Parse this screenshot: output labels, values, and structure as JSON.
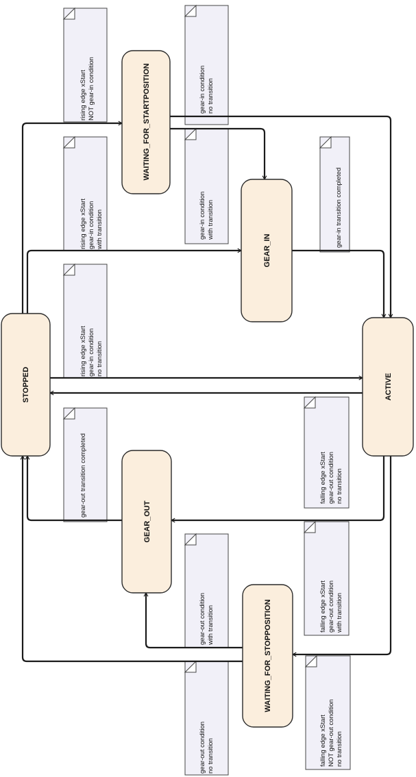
{
  "states": {
    "stopped": "STOPPED",
    "active": "ACTIVE",
    "waiting_start": "WAITING_FOR_STARTPOSITION",
    "gear_in": "GEAR_IN",
    "gear_out": "GEAR_OUT",
    "waiting_stop": "WAITING_FOR_STOPPOSITION"
  },
  "notes": {
    "n1": [
      "rising edge xStart",
      "NOT gear-in condition"
    ],
    "n2": [
      "gear-in condition",
      "no transition"
    ],
    "n3": [
      "rising edge xStart",
      "gear-in condition",
      "with transition"
    ],
    "n4": [
      "gear-in condition",
      "with transition"
    ],
    "n5": [
      "gear-in transition completed"
    ],
    "n6": [
      "rising edge xStart",
      "gear-in condition",
      "no transition"
    ],
    "n7": [
      "gear-out transition completed"
    ],
    "n8": [
      "falling edge xStart",
      "gear-out condition",
      "no transition"
    ],
    "n9": [
      "gear-out condition",
      "with transition"
    ],
    "n10": [
      "falling edge xStart",
      "gear-out condition",
      "with transition"
    ],
    "n11": [
      "gear-out condition",
      "no transition"
    ],
    "n12": [
      "falling edge xStart",
      "NOT gear-out condition",
      "no transition"
    ]
  }
}
